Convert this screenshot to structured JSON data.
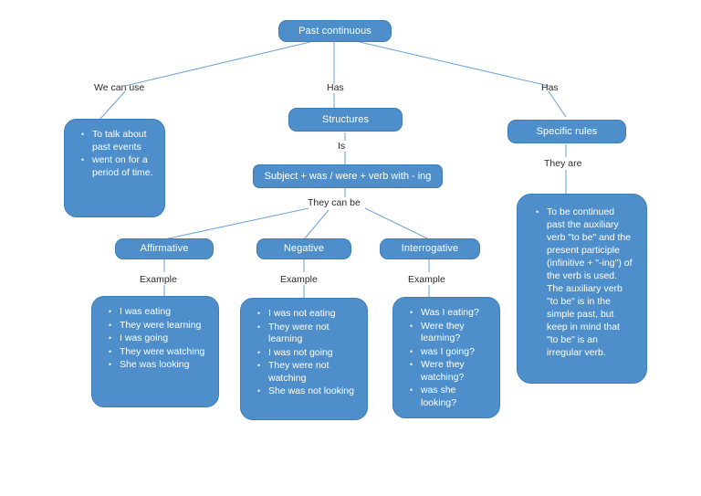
{
  "diagram": {
    "title": "Past continuous",
    "colors": {
      "node_fill": "#4e8fcb",
      "node_border": "#3f7db8",
      "node_text": "#ffffff",
      "edge_line": "#6fa8dc",
      "label_text": "#2b2b2b",
      "background": "#ffffff"
    },
    "root": {
      "label": "Past continuous"
    },
    "edge_labels": {
      "we_can_use": "We can use",
      "has_structures": "Has",
      "has_rules": "Has",
      "is": "Is",
      "they_can_be": "They can be",
      "they_are": "They are",
      "example_affirmative": "Example",
      "example_negative": "Example",
      "example_interrogative": "Example"
    },
    "uses_box": {
      "items": [
        "To talk about past events",
        "went on for a period of time."
      ]
    },
    "structures_box": {
      "label": "Structures"
    },
    "formula_box": {
      "label": "Subject + was / were + verb with - ing"
    },
    "specific_rules_box": {
      "label": "Specific rules"
    },
    "rules_detail_box": {
      "items": [
        "To be continued past the auxiliary verb \"to be\" and the present participle (infinitive + \"-ing\") of the verb is used. The auxiliary verb \"to be\" is in the simple past, but keep in mind that \"to be\" is an irregular verb."
      ]
    },
    "forms": {
      "affirmative": {
        "label": "Affirmative",
        "examples": [
          "I was eating",
          "They were learning",
          "I was going",
          "They were watching",
          "She was looking"
        ]
      },
      "negative": {
        "label": "Negative",
        "examples": [
          "I was not eating",
          "They were not learning",
          "I was not going",
          "They were not watching",
          "She was not looking"
        ]
      },
      "interrogative": {
        "label": "Interrogative",
        "examples": [
          "Was I eating?",
          "Were they learning?",
          "was I going?",
          "Were they watching?",
          "was she looking?"
        ]
      }
    }
  }
}
